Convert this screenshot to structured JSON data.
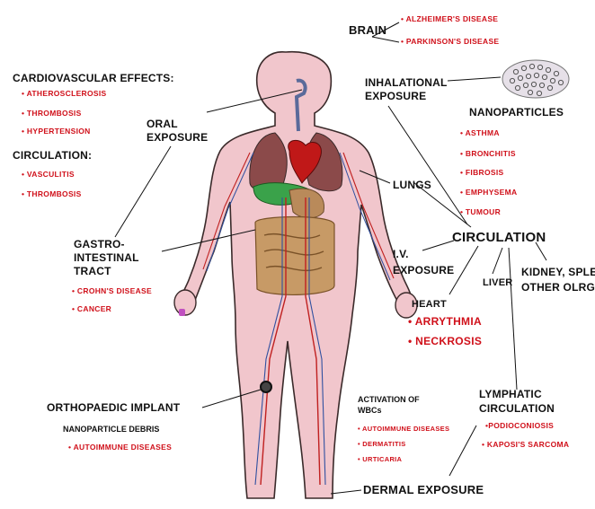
{
  "organs": {
    "brain": {
      "label": "BRAIN",
      "items": [
        "• ALZHEIMER'S DISEASE",
        "• PARKINSON'S DISEASE"
      ]
    },
    "cardio": {
      "label": "CARDIOVASCULAR EFFECTS:",
      "items": [
        "• ATHEROSCLEROSIS",
        "• THROMBOSIS",
        "• HYPERTENSION"
      ]
    },
    "circulation_left": {
      "label": "CIRCULATION:",
      "items": [
        "• VASCULITIS",
        "• THROMBOSIS"
      ]
    },
    "gi": {
      "label_lines": [
        "GASTRO-",
        "INTESTINAL",
        "TRACT"
      ],
      "items": [
        "• CROHN'S DISEASE",
        "• CANCER"
      ]
    },
    "lungs": {
      "label": "LUNGS"
    },
    "nanoparticles": {
      "label": "NANOPARTICLES",
      "items": [
        "• ASTHMA",
        "• BRONCHITIS",
        "• FIBROSIS",
        "• EMPHYSEMA",
        "• TUMOUR"
      ]
    },
    "circulation_right": {
      "label": "CIRCULATION"
    },
    "heart": {
      "label": "HEART",
      "items": [
        "• ARRYTHMIA",
        "• NECKROSIS"
      ]
    },
    "liver": {
      "label": "LIVER"
    },
    "kidney": {
      "label_lines": [
        "KIDNEY, SPLEEN,",
        "OTHER OLRGANS"
      ]
    },
    "orthopaedic": {
      "label": "ORTHOPAEDIC IMPLANT",
      "sub": "NANOPARTICLE DEBRIS",
      "items": [
        "• AUTOIMMUNE DISEASES"
      ]
    },
    "wbc": {
      "label_lines": [
        "ACTIVATION OF",
        "WBCs"
      ],
      "items": [
        "• AUTOIMMUNE DISEASES",
        "• DERMATITIS",
        "• URTICARIA"
      ]
    },
    "lymphatic": {
      "label_lines": [
        "LYMPHATIC",
        "CIRCULATION"
      ],
      "items": [
        "•PODIOCONIOSIS",
        "• KAPOSI'S SARCOMA"
      ]
    }
  },
  "exposure_routes": {
    "oral": [
      "ORAL",
      "EXPOSURE"
    ],
    "inhalational": [
      "INHALATIONAL",
      "EXPOSURE"
    ],
    "iv": [
      "I.V.",
      "EXPOSURE"
    ],
    "dermal": "DERMAL EXPOSURE"
  },
  "colors": {
    "disease_text": "#d0101a",
    "label_text": "#111111",
    "skin": "#f1c6cc",
    "lung": "#8b4a4a",
    "liver": "#3aa24a",
    "intestine": "#b98a5a"
  }
}
